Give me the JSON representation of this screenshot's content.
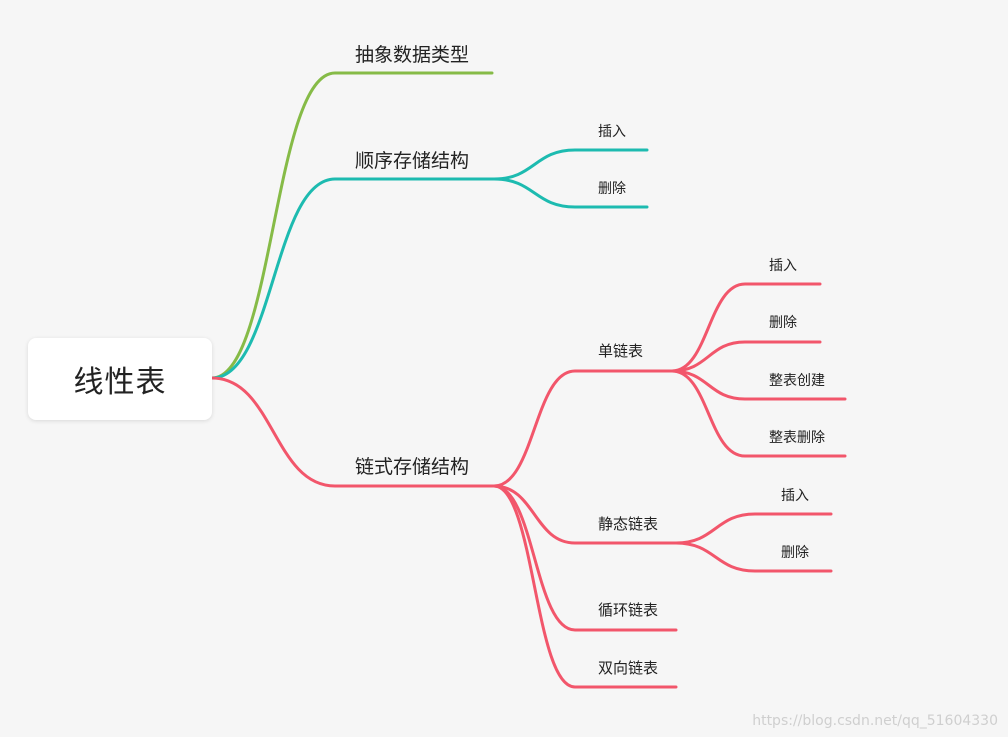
{
  "root": {
    "label": "线性表"
  },
  "colors": {
    "adt": "#86bb47",
    "sequential": "#1dbbb0",
    "linked": "#f2566b",
    "background": "#f6f6f6"
  },
  "branches": {
    "adt": {
      "label": "抽象数据类型"
    },
    "sequential": {
      "label": "顺序存储结构",
      "children": [
        {
          "label": "插入"
        },
        {
          "label": "删除"
        }
      ]
    },
    "linked": {
      "label": "链式存储结构",
      "children": [
        {
          "label": "单链表",
          "children": [
            {
              "label": "插入"
            },
            {
              "label": "删除"
            },
            {
              "label": "整表创建"
            },
            {
              "label": "整表删除"
            }
          ]
        },
        {
          "label": "静态链表",
          "children": [
            {
              "label": "插入"
            },
            {
              "label": "删除"
            }
          ]
        },
        {
          "label": "循环链表"
        },
        {
          "label": "双向链表"
        }
      ]
    }
  },
  "watermark": "https://blog.csdn.net/qq_51604330"
}
